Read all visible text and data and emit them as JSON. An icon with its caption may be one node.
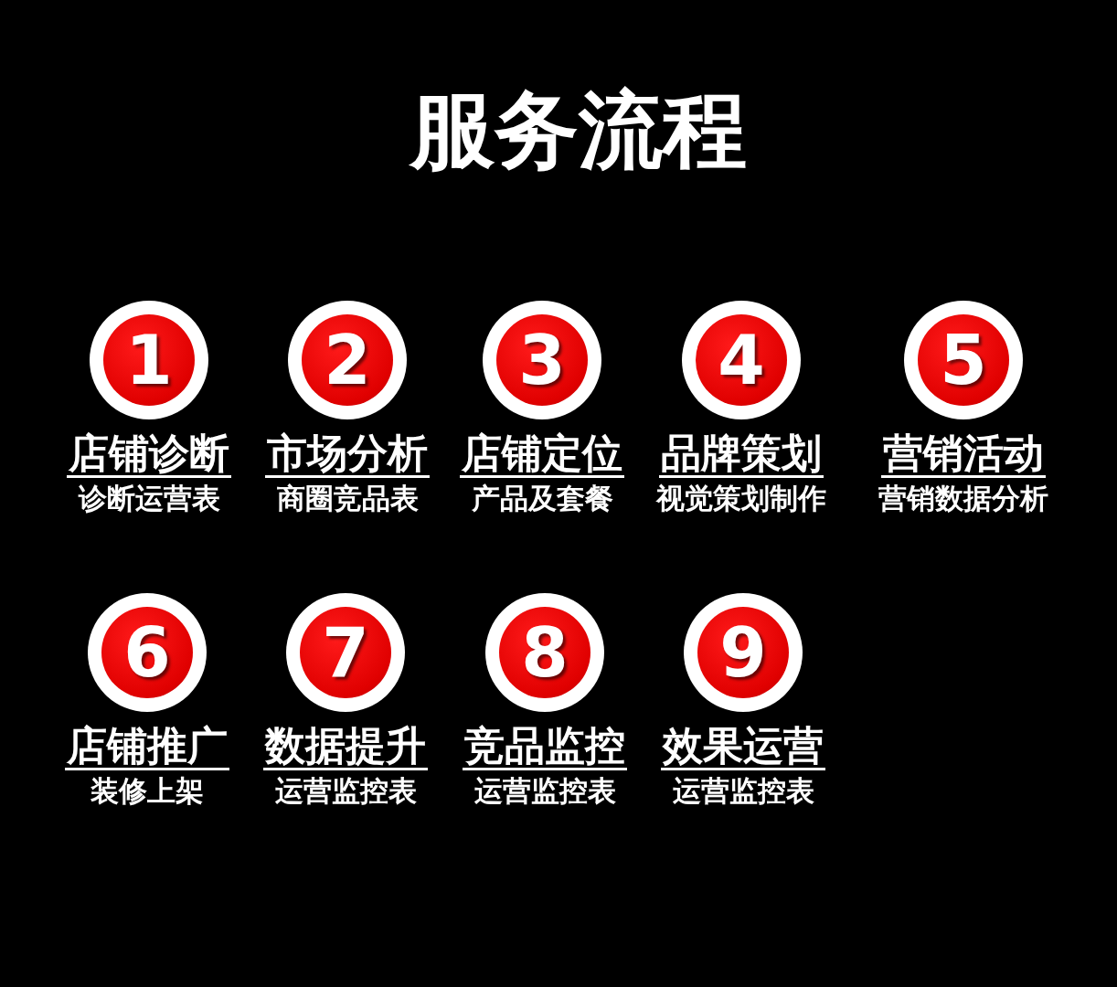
{
  "diagram": {
    "title": "服务流程",
    "nodes": [
      {
        "text": [
          "1"
        ],
        "beside": [
          "店铺诊断",
          "诊断运营表"
        ]
      },
      {
        "text": [
          "2"
        ],
        "beside": [
          "市场分析",
          "商圈竞品表"
        ]
      },
      {
        "text": [
          "3"
        ],
        "beside": [
          "店铺定位",
          "产品及套餐"
        ]
      },
      {
        "text": [
          "4"
        ],
        "beside": [
          "品牌策划",
          "视觉策划制作"
        ]
      },
      {
        "text": [
          "5"
        ],
        "beside": [
          "营销活动",
          "营销数据分析"
        ]
      },
      {
        "text": [
          "6"
        ],
        "beside": [
          "店铺推广",
          "装修上架"
        ]
      },
      {
        "text": [
          "7"
        ],
        "beside": [
          "数据提升",
          "运营监控表"
        ]
      },
      {
        "text": [
          "8"
        ],
        "beside": [
          "竞品监控",
          "运营监控表"
        ]
      },
      {
        "text": [
          "9"
        ],
        "beside": [
          "效果运营",
          "运营监控表"
        ]
      }
    ],
    "edges": []
  }
}
